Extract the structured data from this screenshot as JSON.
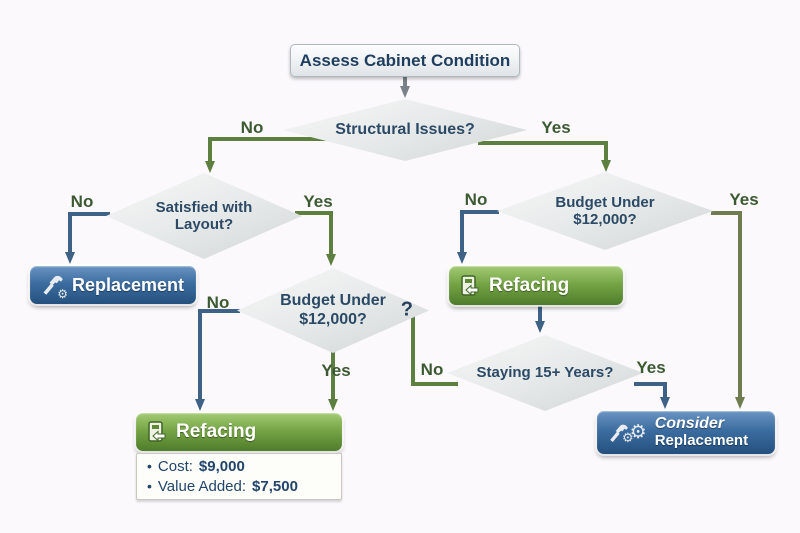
{
  "diagram": {
    "title": "Assess Cabinet Condition",
    "nodes": {
      "structural": {
        "label": "Structural Issues?"
      },
      "satisfied": {
        "line1": "Satisfied with",
        "line2": "Layout?"
      },
      "mid_budget": {
        "word1": "Budget",
        "word2": "Under",
        "line2": "$12,000?",
        "corner_mark": "?"
      },
      "right_budget": {
        "line1": "Budget Under",
        "line2": "$12,000?"
      },
      "staying": {
        "label": "Staying 15+ Years?"
      },
      "replacement": {
        "label": "Replacement"
      },
      "refacing_right": {
        "label": "Refacing"
      },
      "refacing_bottom": {
        "label": "Refacing",
        "bullets": [
          {
            "bullet": "•",
            "label": "Cost:",
            "value": "$9,000"
          },
          {
            "bullet": "•",
            "label": "Value Added:",
            "value": "$7,500"
          }
        ]
      },
      "consider": {
        "line1": "Consider",
        "line2": "Replacement"
      }
    },
    "edge_labels": {
      "structural_no": "No",
      "structural_yes": "Yes",
      "satisfied_no": "No",
      "satisfied_yes": "Yes",
      "mid_budget_no": "No",
      "mid_budget_yes": "Yes",
      "right_budget_no": "No",
      "right_budget_yes": "Yes",
      "staying_no": "No",
      "staying_yes": "Yes"
    },
    "icons": {
      "replacement": "hammer-gear-icon",
      "refacing": "cabinet-door-arrow-icon",
      "consider": "hammer-two-gears-icon",
      "gear": "⚙"
    },
    "colors": {
      "green_connector": "#5d7f3f",
      "olive_connector": "#6e7c4f",
      "blue_connector": "#3e6285",
      "gray_connector": "#7a8287",
      "yes_no_label": "#3c5a31",
      "blue_button": "#24507e",
      "green_button": "#4f7c2a",
      "diamond_text": "#2c4a66"
    }
  }
}
